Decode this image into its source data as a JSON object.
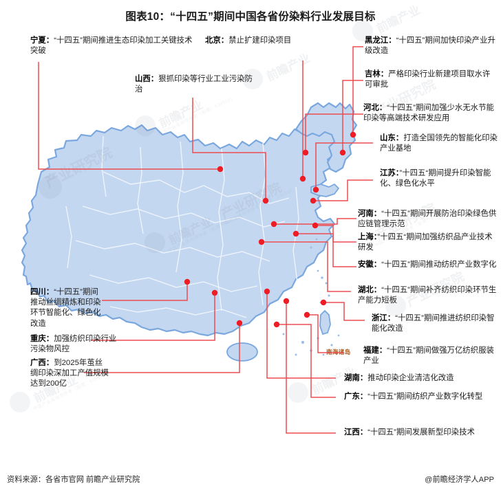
{
  "title": "图表10：“十四五”期间中国各省份染料行业发展目标",
  "map": {
    "fill_color": "#c3d7f0",
    "border_color": "#7aa8de",
    "inner_border_color": "#e8eff9",
    "marker_color": "#ee1c25",
    "connector_color": "#ef4b50",
    "south_sea_label": "南海诸岛",
    "south_sea_label_color": "#a35a20"
  },
  "watermark": {
    "brand": "前瞻产业",
    "brand_sub": "中国产业咨询领导者（股票：839599）",
    "institute": "产业研究院"
  },
  "callouts": {
    "ningxia": {
      "province": "宁夏：",
      "text": "“十四五”期间推进生态印染加工关键技术突破"
    },
    "beijing": {
      "province": "北京：",
      "text": "禁止扩建印染项目"
    },
    "shanxi": {
      "province": "山西：",
      "text": "狠抓印染等行业工业污染防治"
    },
    "heilongjiang": {
      "province": "黑龙江：",
      "text": "“十四五”期间加快印染产业升级改造"
    },
    "jilin": {
      "province": "吉林：",
      "text": "严格印染行业新建项目取水许可审批"
    },
    "hebei": {
      "province": "河北：",
      "text": "“十四五”期间加强少水无水节能印染等高端技术研发应用"
    },
    "shandong": {
      "province": "山东：",
      "text": "打造全国领先的智能化印染产业基地"
    },
    "jiangsu": {
      "province": "江苏：",
      "text": "”十四五“期间提升印染智能化、绿色化水平"
    },
    "henan": {
      "province": "河南：",
      "text": "“十四五”期间开展防治印染绿色供应链管理示范"
    },
    "shanghai": {
      "province": "上海：",
      "text": "”十四五“期间加强纺织品产业技术研发"
    },
    "anhui": {
      "province": "安徽：",
      "text": "“十四五”期间推动纺织产业数字化"
    },
    "hubei": {
      "province": "湖北：",
      "text": "“十四五”期间补齐纺织印染环节生产能力短板"
    },
    "zhejiang": {
      "province": "浙江：",
      "text": "“十四五”期间推进纺织印染智能化改造"
    },
    "fujian": {
      "province": "福建：",
      "text": "“十四五”期间做强万亿纺织服装产业"
    },
    "hunan": {
      "province": "湖南：",
      "text": "推动印染企业清洁化改造"
    },
    "guangdong": {
      "province": "广东：",
      "text": "“十四五”期间纺织产业数字化转型"
    },
    "jiangxi": {
      "province": "江西：",
      "text": "“十四五”期间发展新型印染技术"
    },
    "sichuan": {
      "province": "四川：",
      "text": "“十四五”期间推动丝绸精炼和印染环节智能化、绿色化改造"
    },
    "chongqing": {
      "province": "重庆：",
      "text": "加强纺织印染行业污染物风控"
    },
    "guangxi": {
      "province": "广西：",
      "text": "到2025年茧丝绸印染深加工产值规模达到200亿"
    }
  },
  "footer": {
    "source": "资料来源：各省市官网 前瞻产业研究院",
    "app": "@前瞻经济学人APP"
  }
}
